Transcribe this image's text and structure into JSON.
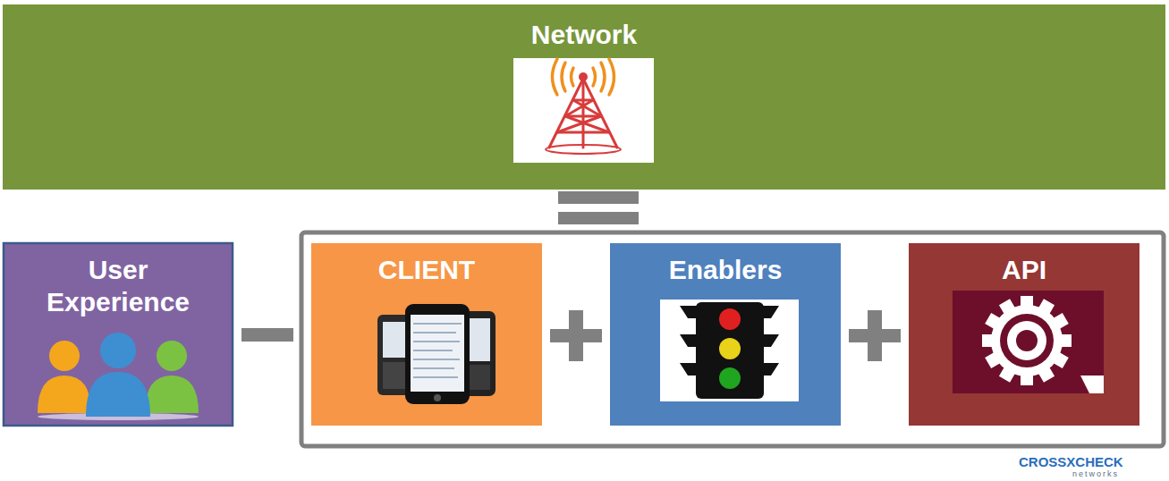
{
  "diagram": {
    "nodes": [
      {
        "text": [
          "Network"
        ]
      },
      {
        "text": [
          "User Experience"
        ]
      },
      {
        "text": [
          "CLIENT"
        ]
      },
      {
        "text": [
          "Enablers"
        ]
      },
      {
        "text": [
          "API"
        ]
      }
    ],
    "labels": [
      "CROSSXCHECK",
      "networks"
    ]
  }
}
